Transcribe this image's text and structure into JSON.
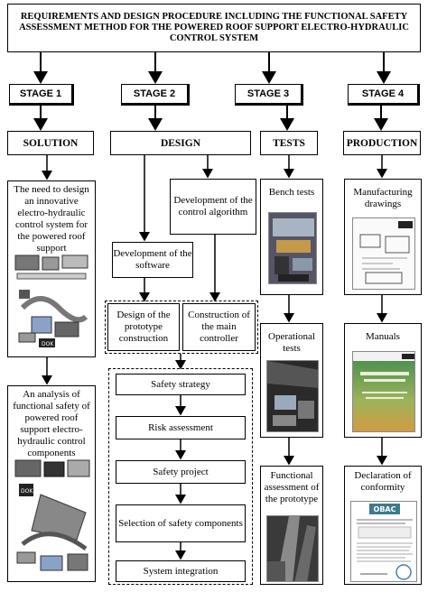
{
  "title": "REQUIREMENTS AND DESIGN PROCEDURE INCLUDING THE FUNCTIONAL SAFETY ASSESSMENT METHOD FOR THE POWERED ROOF SUPPORT ELECTRO-HYDRAULIC CONTROL SYSTEM",
  "stages": [
    "STAGE 1",
    "STAGE 2",
    "STAGE 3",
    "STAGE  4"
  ],
  "categories": [
    "SOLUTION",
    "DESIGN",
    "TESTS",
    "PRODUCTION"
  ],
  "stage1": {
    "need": "The need to design an innovative electro-hydraulic control system for the powered roof support",
    "analysis": "An analysis of functional safety of powered roof support electro-hydraulic control components"
  },
  "stage2": {
    "control_algorithm": "Development of the control algorithm",
    "software": "Development of the software",
    "prototype_design": "Design of the prototype construction",
    "main_controller": "Construction of the main controller",
    "safety_steps": [
      "Safety strategy",
      "Risk assessment",
      "Safety project",
      "Selection of safety components",
      "System integration"
    ]
  },
  "stage3": {
    "bench": "Bench tests",
    "operational": "Operational tests",
    "functional": "Functional assessment of the prototype"
  },
  "stage4": {
    "drawings": "Manufacturing drawings",
    "manuals": "Manuals",
    "declaration": "Declaration of conformity",
    "obac_logo": "OBAC"
  },
  "colors": {
    "manual_green": "#3e8a4e",
    "manual_orange": "#d59a42",
    "photo_dark": "#3a3a3a"
  }
}
